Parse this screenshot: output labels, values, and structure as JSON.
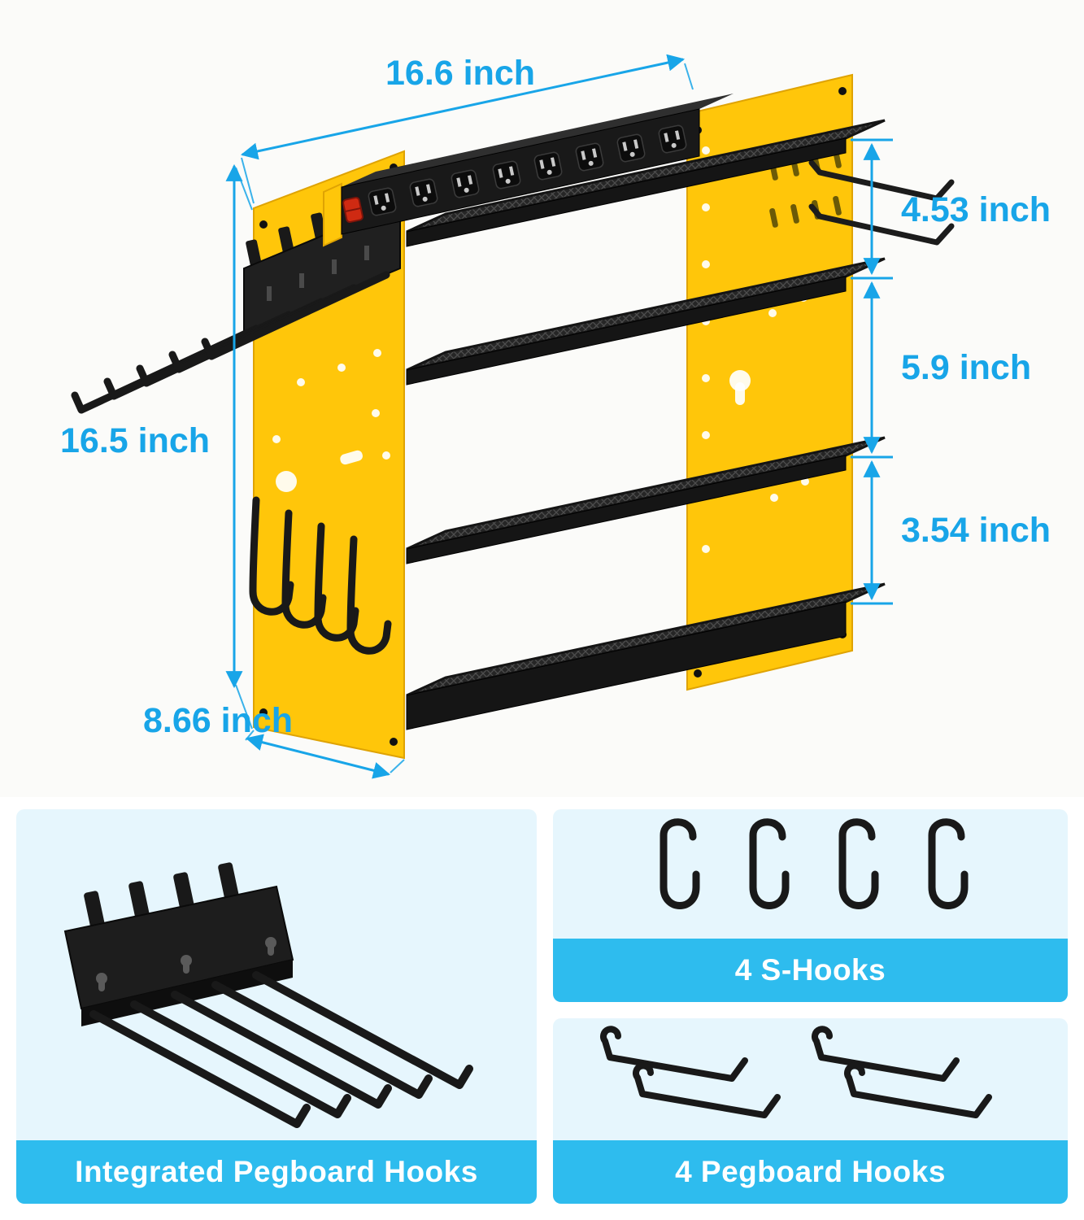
{
  "colors": {
    "accent": "#18A5E8",
    "caption_bg": "#2EBCEE",
    "caption_text": "#FFFFFF",
    "rack_yellow": "#FFC60A",
    "rack_dark": "#1A1A1A",
    "panel_bg": "#E6F6FD",
    "hero_bg": "#FBFBF9"
  },
  "dimensions": {
    "width_top": "16.6 inch",
    "height_left": "16.5 inch",
    "depth_bottom": "8.66 inch",
    "shelf_gap_top": "4.53 inch",
    "shelf_gap_middle": "5.9 inch",
    "shelf_gap_bottom": "3.54 inch"
  },
  "panels": {
    "integrated_caption": "Integrated Pegboard Hooks",
    "s_hooks_caption": "4 S-Hooks",
    "pegboard_hooks_caption": "4 Pegboard Hooks"
  }
}
